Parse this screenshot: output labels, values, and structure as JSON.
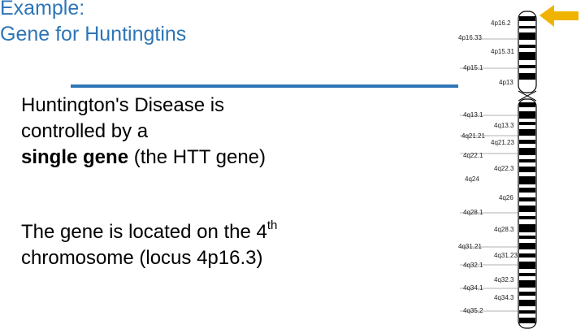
{
  "slide": {
    "title_line1": "Example:",
    "title_line2": "Gene for Huntingtins",
    "accent_color": "#2e75b6",
    "arrow_color": "#f0b400"
  },
  "paragraph1": {
    "line1": "Huntington's Disease is",
    "line2": "controlled by a",
    "bold": "single gene",
    "rest": " (the HTT gene)"
  },
  "paragraph2": {
    "line1": "The gene is located on the 4",
    "superscript": "th",
    "line2": "chromosome (locus 4p16.3)"
  },
  "chromosome": {
    "arrow_icon": "arrow-left-icon",
    "labels": [
      "4p16.2",
      "4p16.33",
      "4p15.31",
      "4p15.1",
      "4p13",
      "4q13.1",
      "4q13.3",
      "4q21.21",
      "4q21.23",
      "4q22.1",
      "4q22.3",
      "4q24",
      "4q26",
      "4q28.1",
      "4q28.3",
      "4q31.21",
      "4q31.23",
      "4q32.1",
      "4q32.3",
      "4q34.1",
      "4q34.3",
      "4q35.2"
    ]
  }
}
